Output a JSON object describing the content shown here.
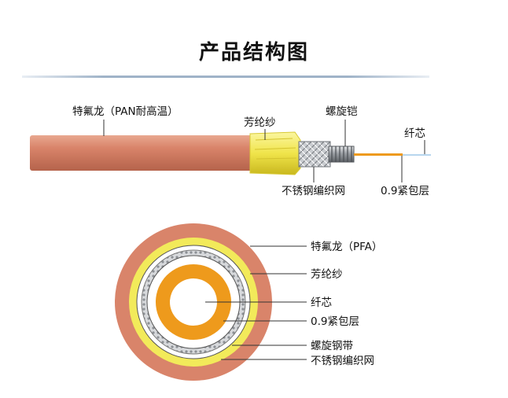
{
  "title": "产品结构图",
  "side_view": {
    "labels": {
      "jacket": "特氟龙（PAN耐高温）",
      "aramid": "芳纶纱",
      "armor": "螺旋铠",
      "fiber": "纤芯",
      "braid": "不锈钢编织网",
      "buffer": "0.9紧包层"
    }
  },
  "cross_section": {
    "labels": {
      "jacket": "特氟龙（PFA）",
      "aramid": "芳纶纱",
      "fiber": "纤芯",
      "buffer": "0.9紧包层",
      "steel_tape": "螺旋钢带",
      "braid": "不锈钢编织网"
    }
  },
  "colors": {
    "jacket": "#d9846a",
    "aramid": "#f2ea5a",
    "buffer": "#ee9a1c",
    "braid": "#c6c8cb"
  }
}
